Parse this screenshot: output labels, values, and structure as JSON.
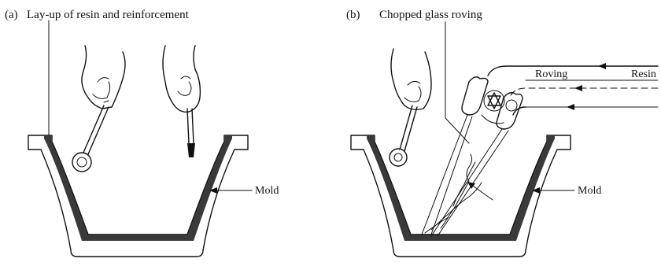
{
  "panel_a": {
    "tag": "(a)",
    "title": "Lay-up of resin and reinforcement",
    "mold_label": "Mold"
  },
  "panel_b": {
    "tag": "(b)",
    "title": "Chopped glass roving",
    "mold_label": "Mold",
    "roving_label": "Roving",
    "resin_label": "Resin"
  },
  "colors": {
    "ink": "#111111",
    "laminate": "#3a3a3a",
    "background": "#ffffff"
  }
}
